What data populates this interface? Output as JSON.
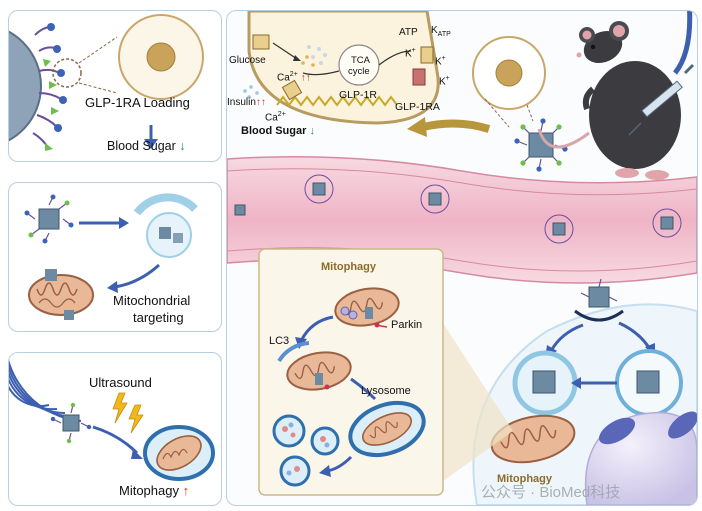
{
  "panel1": {
    "loading_label": "GLP-1RA Loading",
    "blood_sugar_label": "Blood Sugar"
  },
  "panel2": {
    "target_label_line1": "Mitochondrial",
    "target_label_line2": "targeting"
  },
  "panel3": {
    "ultrasound_label": "Ultrasound",
    "mitophagy_label": "Mitophagy"
  },
  "main": {
    "cell": {
      "atp": "ATP",
      "katp": "K",
      "katp_sub": "ATP",
      "k_ion": "K",
      "plus": "+",
      "glucose": "Glucose",
      "calcium": "Ca",
      "calcium_charge": "2+",
      "up_arrows": "↑↑",
      "tca_line1": "TCA",
      "tca_line2": "cycle",
      "insulin": "Insulin",
      "glp1r": "GLP-1R",
      "glp1ra": "GLP-1RA",
      "blood_sugar": "Blood Sugar"
    },
    "mitophagy_box": {
      "title": "Mitophagy",
      "parkin": "Parkin",
      "lc3": "LC3",
      "lysosome": "Lysosome"
    },
    "bottom_label": "Mitophagy"
  },
  "watermark": "公众号 · BioMed科技",
  "colors": {
    "panel_border": "#b8cfe0",
    "vessel": "#f1c3cf",
    "mito": "#d89a7c",
    "green_arrow": "#2e8b3c",
    "red_arrow": "#d23030",
    "flow_arrow": "#3d5fb0",
    "lysosome": "#5b8fd0"
  }
}
